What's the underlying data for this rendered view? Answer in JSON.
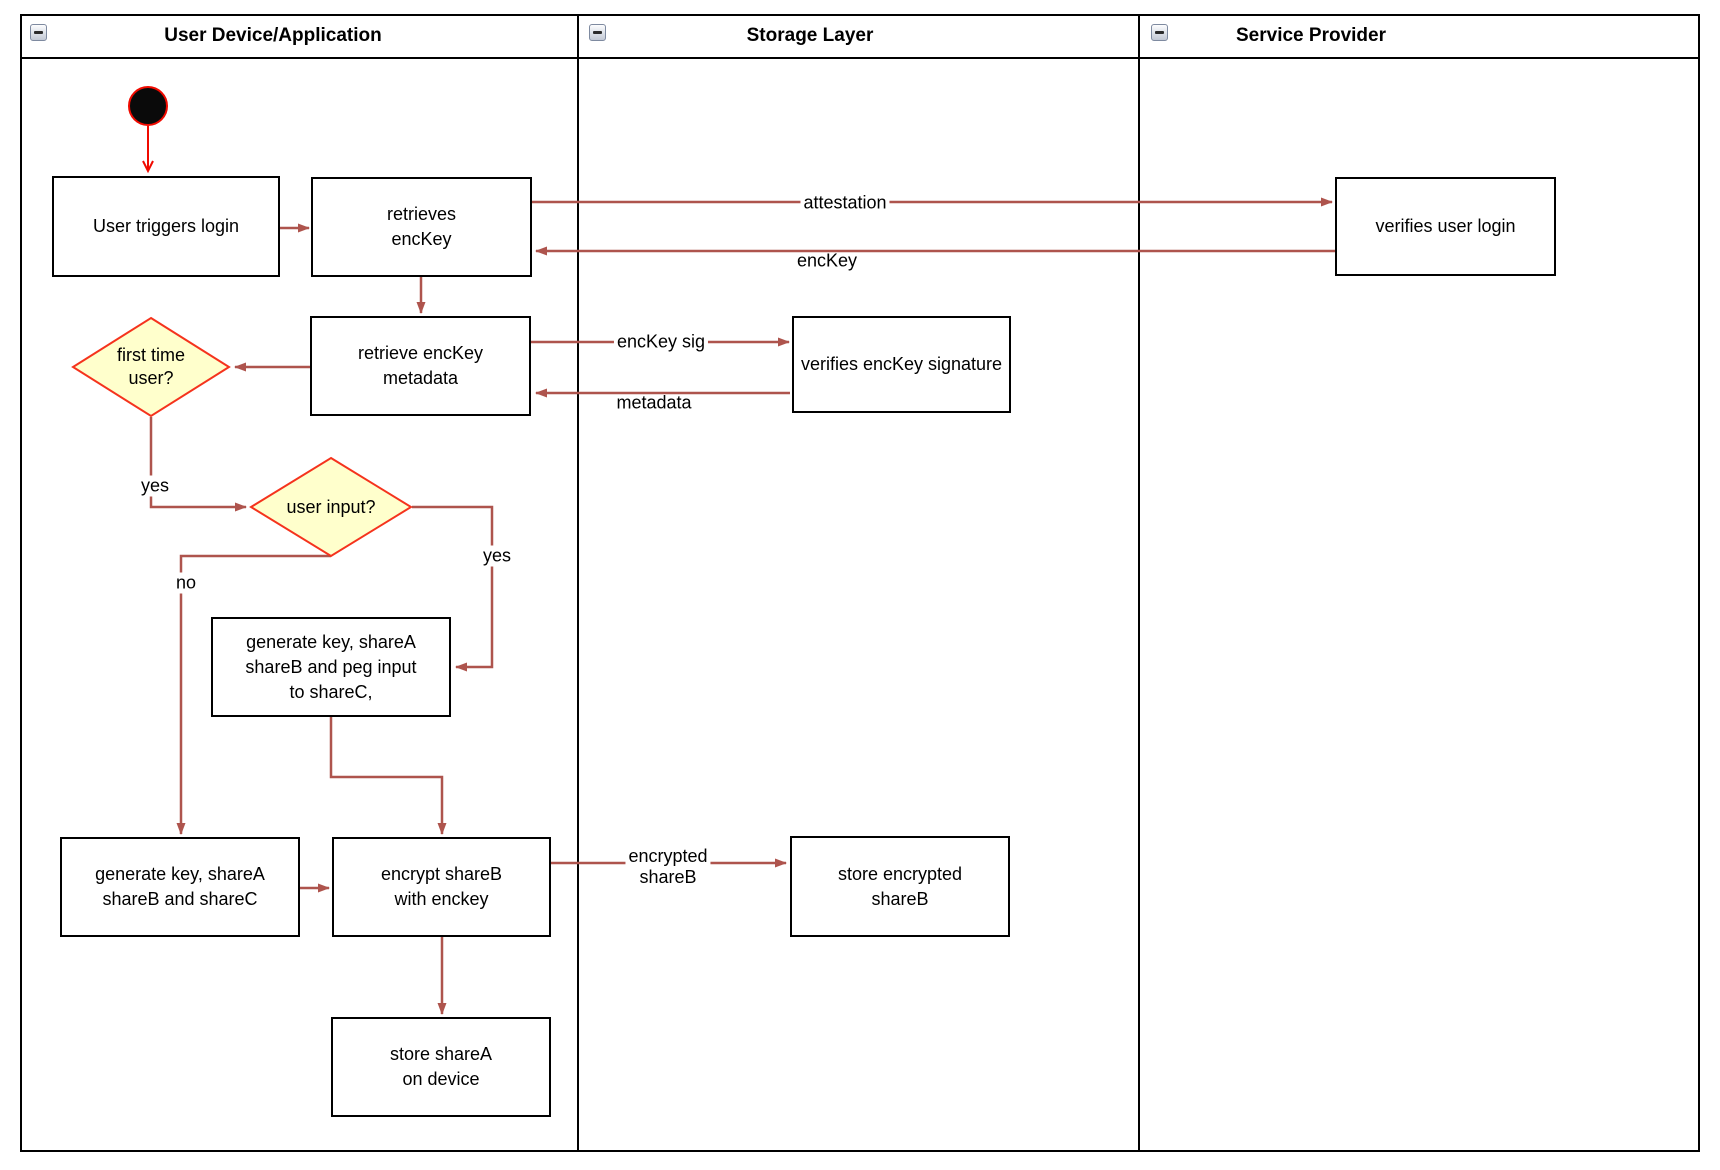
{
  "lanes": [
    {
      "title": "User Device/Application"
    },
    {
      "title": "Storage Layer"
    },
    {
      "title": "Service Provider"
    }
  ],
  "nodes": {
    "user_triggers_login": {
      "label": "User triggers login"
    },
    "retrieves_enckey": {
      "label": "retrieves\nencKey"
    },
    "retrieve_enckey_metadata": {
      "label": "retrieve encKey\nmetadata"
    },
    "first_time_user": {
      "label": "first time\nuser?"
    },
    "user_input": {
      "label": "user input?"
    },
    "generate_key_peg": {
      "label": "generate key, shareA\nshareB and peg input\nto shareC,"
    },
    "generate_key_abc": {
      "label": "generate key, shareA\nshareB and shareC"
    },
    "encrypt_shareb": {
      "label": "encrypt shareB\nwith enckey"
    },
    "store_sharea": {
      "label": "store shareA\non device"
    },
    "verifies_enckey_signature": {
      "label": "verifies encKey signature"
    },
    "store_encrypted_shareb": {
      "label": "store encrypted\nshareB"
    },
    "verifies_user_login": {
      "label": "verifies user login"
    }
  },
  "edges": {
    "attestation": {
      "label": "attestation"
    },
    "enckey_return": {
      "label": "encKey"
    },
    "enckey_sig": {
      "label": "encKey sig"
    },
    "metadata_return": {
      "label": "metadata"
    },
    "first_time_yes": {
      "label": "yes"
    },
    "user_input_no": {
      "label": "no"
    },
    "user_input_yes": {
      "label": "yes"
    },
    "encrypted_shareb": {
      "label": "encrypted\nshareB"
    }
  },
  "colors": {
    "connector": "#ae544d",
    "start_accent": "#f00a00",
    "decision_fill": "#ffffcc",
    "decision_border": "#f5331d",
    "node_border": "#000000",
    "node_fill": "#ffffff"
  }
}
